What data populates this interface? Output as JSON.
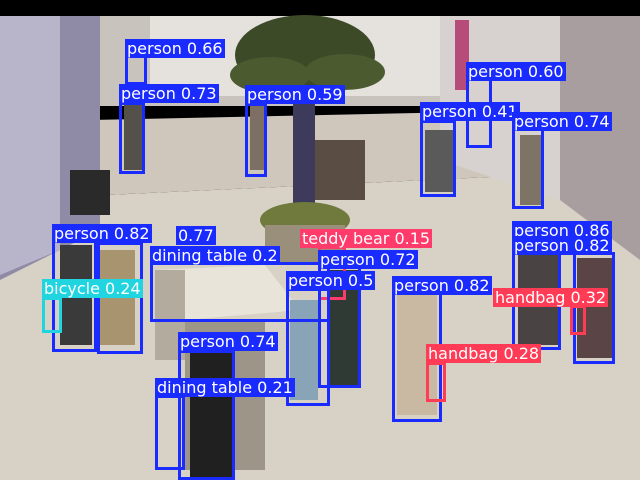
{
  "colors": {
    "person": "#1a2bff",
    "teddy bear": "#ff3b6b",
    "dining table": "#1a2bff",
    "bicycle": "#20d4e0",
    "handbag": "#ff3b55"
  },
  "detections": [
    {
      "label": "person 0.66",
      "cls": "person"
    },
    {
      "label": "person 0.73",
      "cls": "person"
    },
    {
      "label": "person 0.59",
      "cls": "person"
    },
    {
      "label": "person 0.60",
      "cls": "person"
    },
    {
      "label": "person 0.41",
      "cls": "person"
    },
    {
      "label": "person 0.74",
      "cls": "person"
    },
    {
      "label": "person 0.82",
      "cls": "person"
    },
    {
      "label": "0.77",
      "cls": "person"
    },
    {
      "label": "dining table 0.2",
      "cls": "dining table"
    },
    {
      "label": "teddy bear 0.15",
      "cls": "teddy bear"
    },
    {
      "label": "person 0.72",
      "cls": "person"
    },
    {
      "label": "person 0.5",
      "cls": "person"
    },
    {
      "label": "person 0.82",
      "cls": "person"
    },
    {
      "label": "person 0.86",
      "cls": "person"
    },
    {
      "label": "person 0.82",
      "cls": "person"
    },
    {
      "label": "handbag 0.32",
      "cls": "handbag"
    },
    {
      "label": "bicycle 0.24",
      "cls": "bicycle"
    },
    {
      "label": "person 0.74",
      "cls": "person"
    },
    {
      "label": "handbag 0.28",
      "cls": "handbag"
    },
    {
      "label": "dining table 0.21",
      "cls": "dining table"
    }
  ]
}
